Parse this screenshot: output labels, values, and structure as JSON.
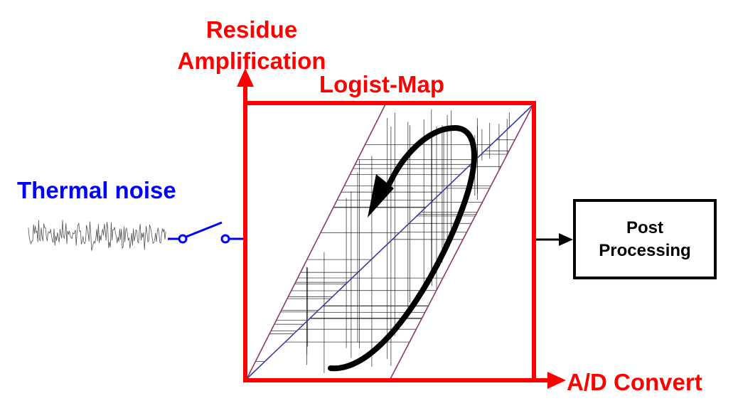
{
  "labels": {
    "y_axis_line1": "Residue",
    "y_axis_line2": "Amplification",
    "map_title": "Logist-Map",
    "x_axis": "A/D Convert",
    "noise": "Thermal noise",
    "post_line1": "Post",
    "post_line2": "Processing"
  },
  "colors": {
    "axis": "#ff0000",
    "noise_text": "#0000ff",
    "switch": "#0000ff",
    "identity_line": "#3a3aa0",
    "map_edges": "#8a3a6a",
    "cobweb": "#000000"
  },
  "icons": {
    "switch": "switch-icon",
    "rotation_arrow": "curved-arrow-icon",
    "noise_signal": "noise-waveform-icon"
  }
}
